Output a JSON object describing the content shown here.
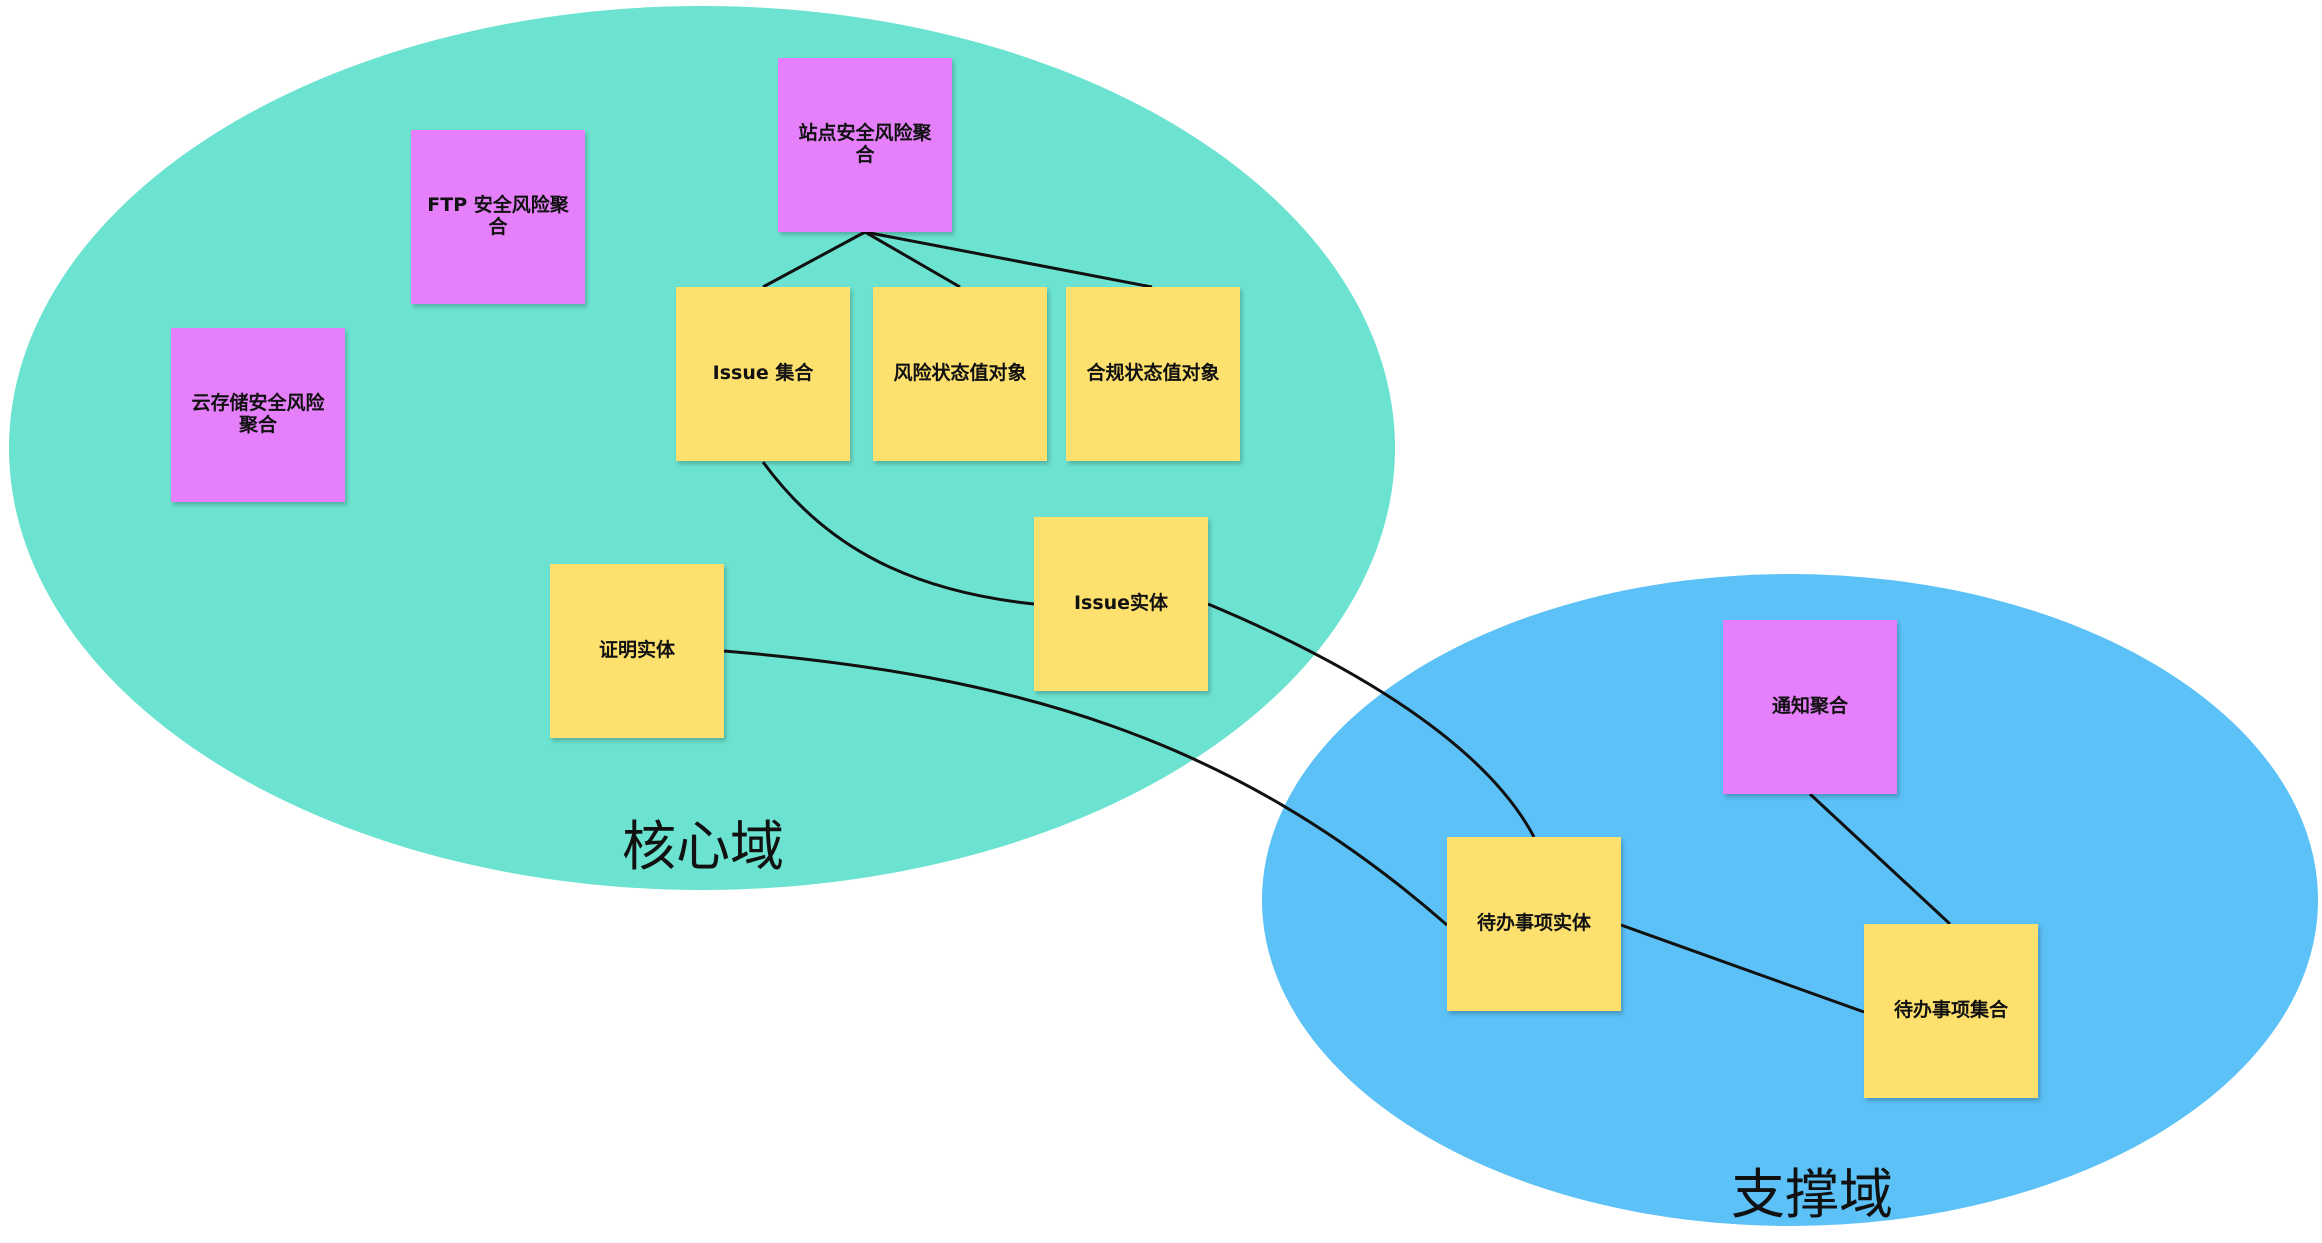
{
  "colors": {
    "core_domain_fill": "#6ce3d0",
    "support_domain_fill": "#5bc1f6",
    "aggregate_note": "#e580fa",
    "object_note": "#fde06e",
    "connector": "#111111"
  },
  "domains": {
    "core": {
      "label": "核心域"
    },
    "support": {
      "label": "支撑域"
    }
  },
  "notes": {
    "site_risk_aggregate": {
      "text": "站点安全风险聚合",
      "kind": "aggregate"
    },
    "ftp_risk_aggregate": {
      "text": "FTP 安全风险聚合",
      "kind": "aggregate"
    },
    "cloud_storage_risk_aggregate": {
      "text": "云存储安全风险聚合",
      "kind": "aggregate"
    },
    "issue_collection": {
      "text": "Issue 集合",
      "kind": "object"
    },
    "risk_status_value_object": {
      "text": "风险状态值对象",
      "kind": "object"
    },
    "compliance_status_value_object": {
      "text": "合规状态值对象",
      "kind": "object"
    },
    "issue_entity": {
      "text": "Issue实体",
      "kind": "object"
    },
    "proof_entity": {
      "text": "证明实体",
      "kind": "object"
    },
    "notification_aggregate": {
      "text": "通知聚合",
      "kind": "aggregate"
    },
    "todo_entity": {
      "text": "待办事项实体",
      "kind": "object"
    },
    "todo_collection": {
      "text": "待办事项集合",
      "kind": "object"
    }
  },
  "connections": [
    {
      "from": "site_risk_aggregate",
      "to": "issue_collection"
    },
    {
      "from": "site_risk_aggregate",
      "to": "risk_status_value_object"
    },
    {
      "from": "site_risk_aggregate",
      "to": "compliance_status_value_object"
    },
    {
      "from": "issue_collection",
      "to": "issue_entity"
    },
    {
      "from": "issue_entity",
      "to": "todo_entity"
    },
    {
      "from": "proof_entity",
      "to": "todo_entity"
    },
    {
      "from": "notification_aggregate",
      "to": "todo_collection"
    },
    {
      "from": "todo_entity",
      "to": "todo_collection"
    }
  ]
}
